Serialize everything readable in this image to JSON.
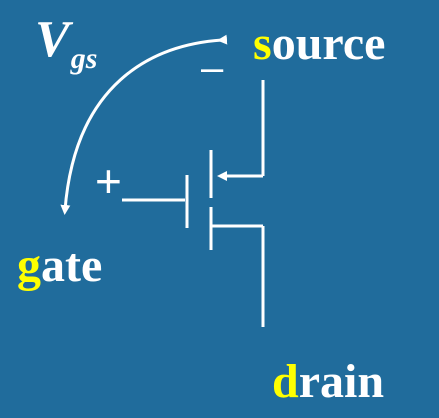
{
  "vgs": {
    "main": "V",
    "sub": "gs"
  },
  "signs": {
    "minus": "–",
    "plus": "+"
  },
  "terminals": {
    "source": {
      "initial": "s",
      "rest": "ource"
    },
    "gate": {
      "initial": "g",
      "rest": "ate"
    },
    "drain": {
      "initial": "d",
      "rest": "rain"
    }
  },
  "colors": {
    "background": "#206c9c",
    "foreground": "#ffffff",
    "highlight": "#ffff00"
  }
}
